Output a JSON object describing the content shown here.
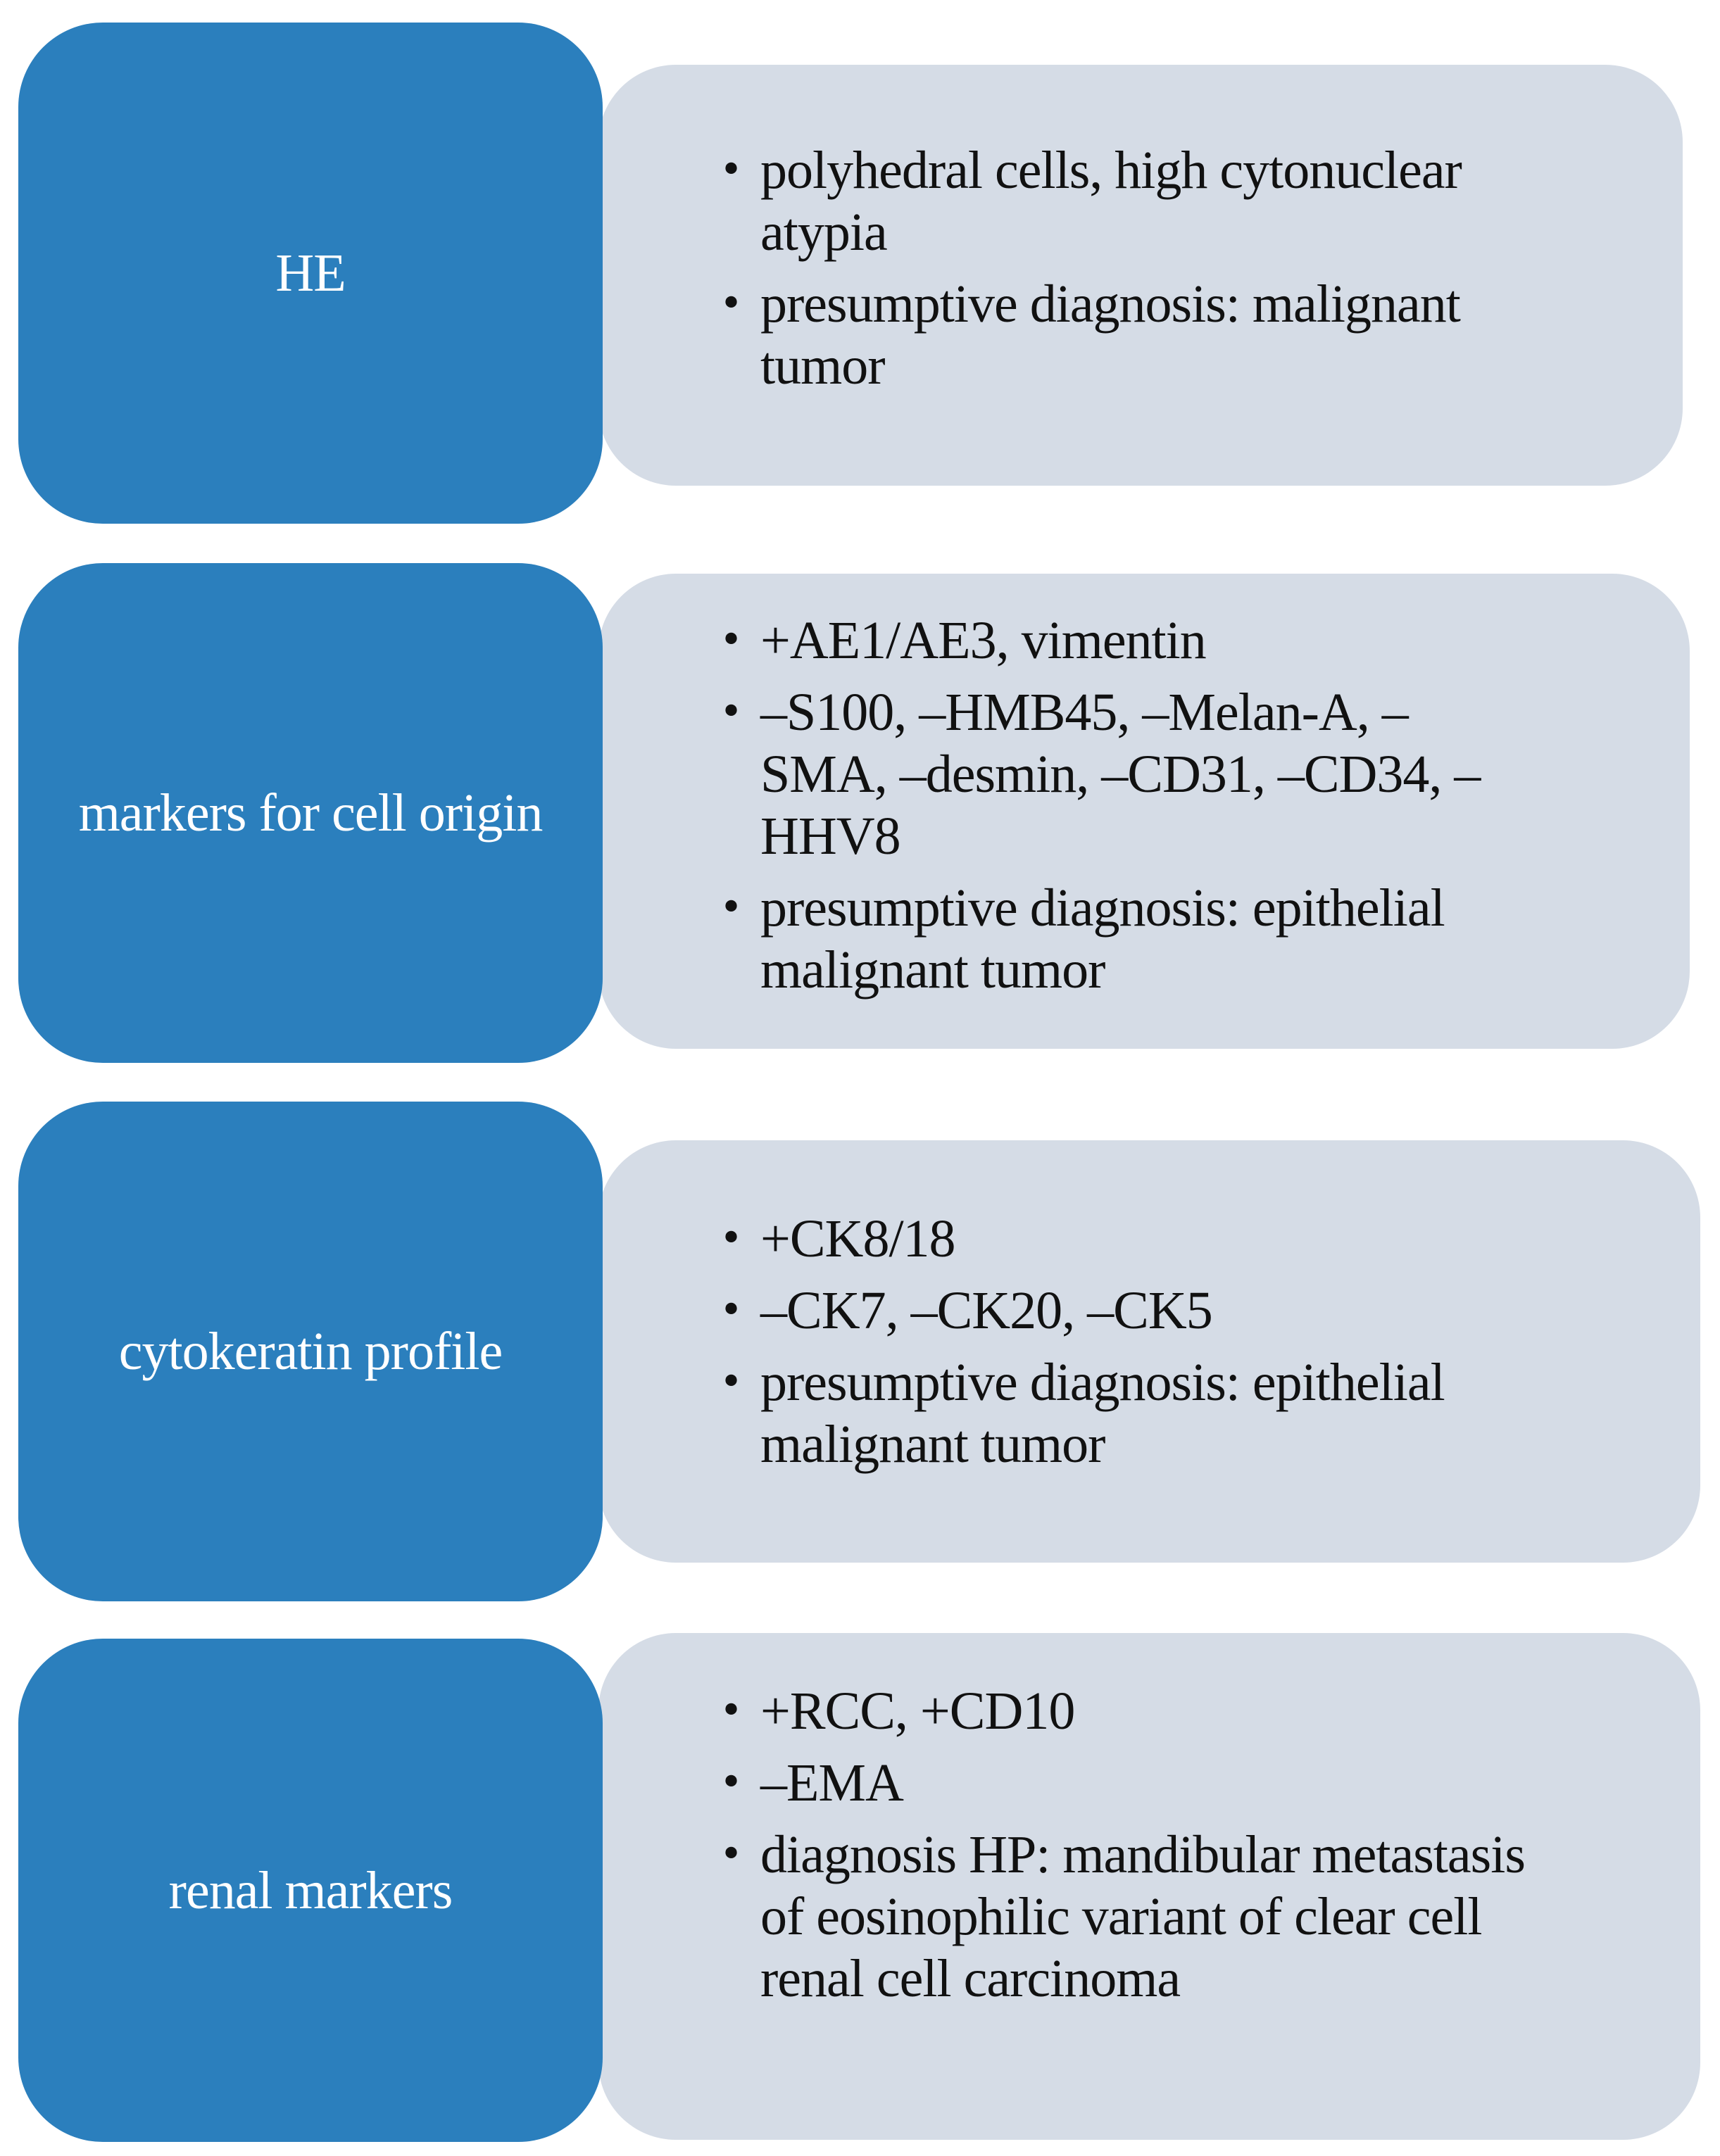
{
  "steps": [
    {
      "label": "HE",
      "bullets": [
        "polyhedral cells, high cytonuclear atypia",
        "presumptive diagnosis: malignant tumor"
      ]
    },
    {
      "label": "markers for cell origin",
      "bullets": [
        "+AE1/AE3, vimentin",
        "–S100, –HMB45, –Melan-A, –SMA, –desmin, –CD31, –CD34, –HHV8",
        "presumptive diagnosis: epithelial malignant tumor"
      ]
    },
    {
      "label": "cytokeratin profile",
      "bullets": [
        "+CK8/18",
        "–CK7, –CK20, –CK5",
        "presumptive diagnosis: epithelial malignant tumor"
      ]
    },
    {
      "label": "renal markers",
      "bullets": [
        "+RCC, +CD10",
        "–EMA",
        "diagnosis HP: mandibular metastasis of eosinophilic variant of clear cell renal cell carcinoma"
      ]
    }
  ],
  "colors": {
    "label_box": "#2b7fbd",
    "panel": "#d5dce6",
    "label_text": "#ffffff",
    "bullet_text": "#111111"
  }
}
